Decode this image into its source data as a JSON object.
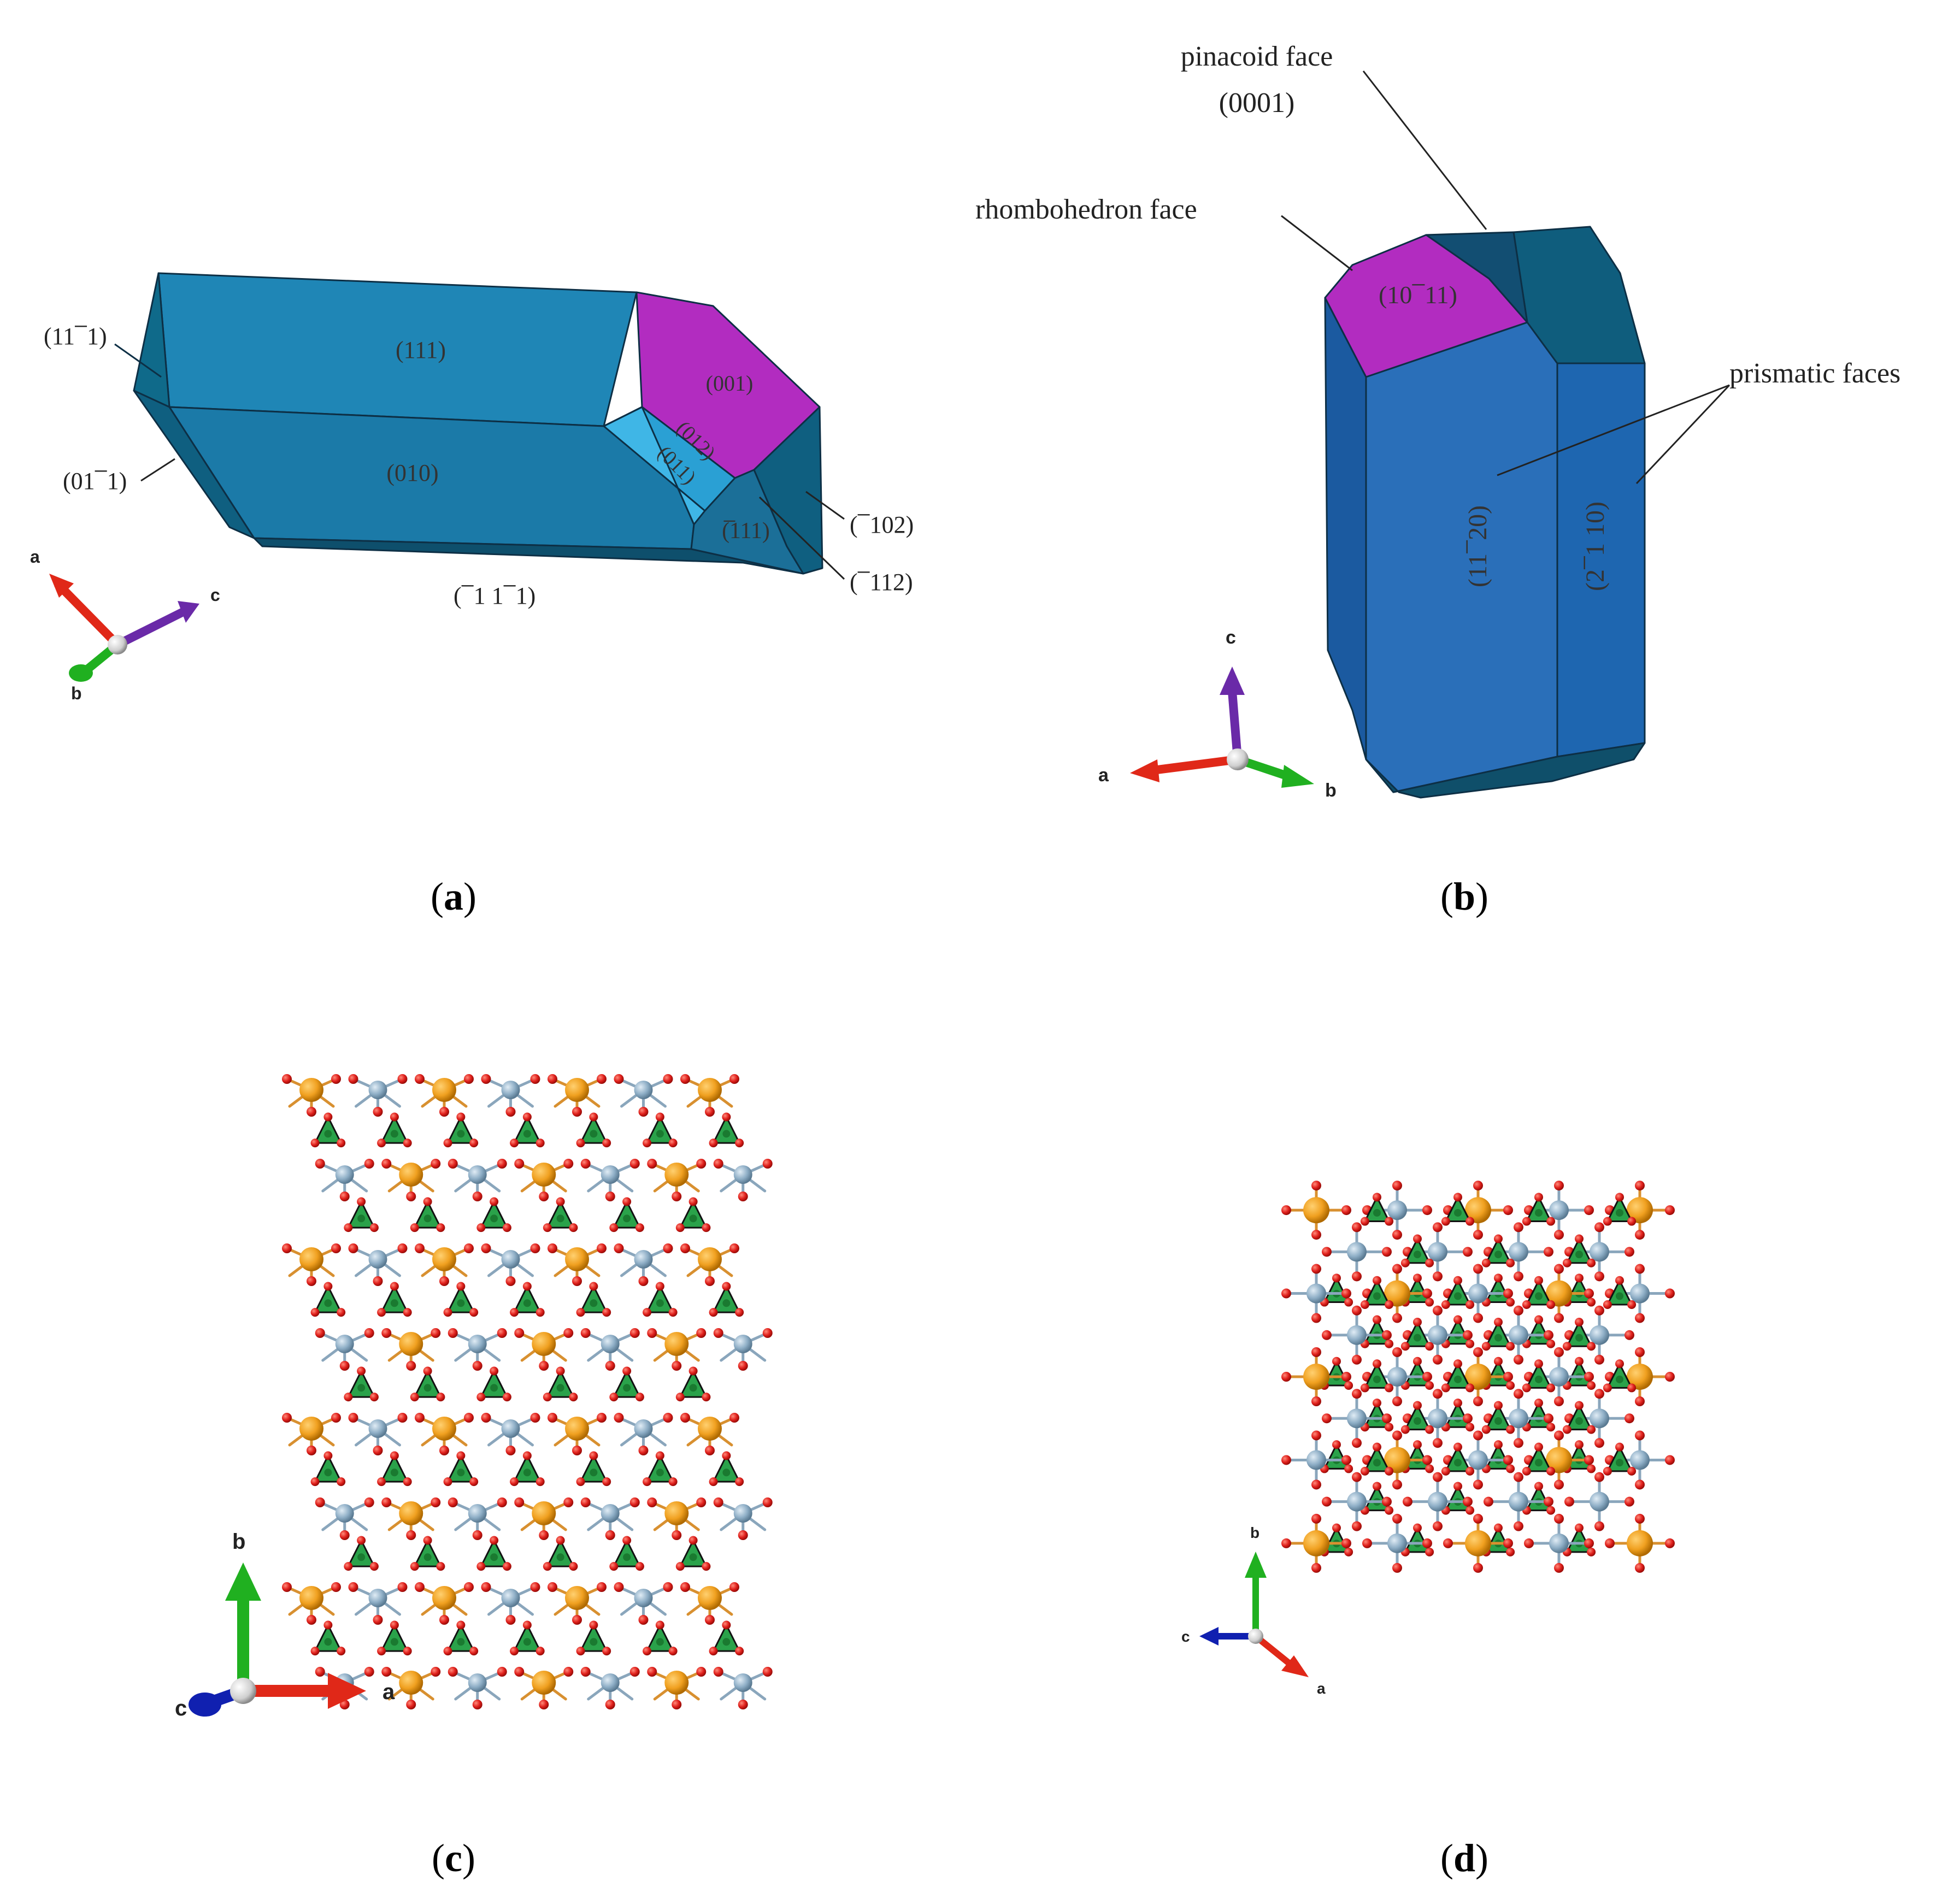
{
  "panels": {
    "a": {
      "caption": "a",
      "faces": {
        "f111": "(111)",
        "f010": "(010)",
        "f001": "(001)",
        "f012": "(012)",
        "f011": "(011)",
        "fm111": "(̅111)"
      },
      "callouts": {
        "c11m1": "(11 ̅ 1)",
        "c01m1": "(01 ̅ 1)",
        "cm102": "( ̅ 102)",
        "cm112": "( ̅ 112)",
        "cm11m1": "( ̅ 1 1 ̅ 1)"
      },
      "axes": {
        "a": "a",
        "b": "b",
        "c": "c"
      }
    },
    "b": {
      "caption": "b",
      "labels": {
        "pinacoid": "pinacoid face",
        "pinacoid_idx": "(0001)",
        "rhombo": "rhombohedron face",
        "prismatic": "prismatic faces"
      },
      "faces": {
        "f1011": "(10 ̅ 11)",
        "f1120": "(11 ̅ 20)",
        "f2110": "(2 ̅ 1 10)"
      },
      "axes": {
        "a": "a",
        "b": "b",
        "c": "c"
      }
    },
    "c": {
      "caption": "c",
      "axes": {
        "a": "a",
        "b": "b",
        "c": "c"
      }
    },
    "d": {
      "caption": "d",
      "axes": {
        "a": "a",
        "b": "b",
        "c": "c"
      }
    }
  },
  "colors": {
    "crystal_blue": "#1f82b4",
    "crystal_dark": "#0f5d7d",
    "magenta": "#b22cc0",
    "light_blue": "#3fb6e6",
    "prism_blue": "#2a6fb9",
    "orange_atom": "#f0a020",
    "grey_atom": "#88a8c0",
    "red_atom": "#e0201c",
    "green_tet": "#2aa24a",
    "axis_a": "#e02818",
    "axis_b": "#20b020",
    "axis_c_a": "#6a2aa8",
    "axis_c_cd": "#1020b0"
  },
  "icons": [
    "axis-triad-icon"
  ]
}
